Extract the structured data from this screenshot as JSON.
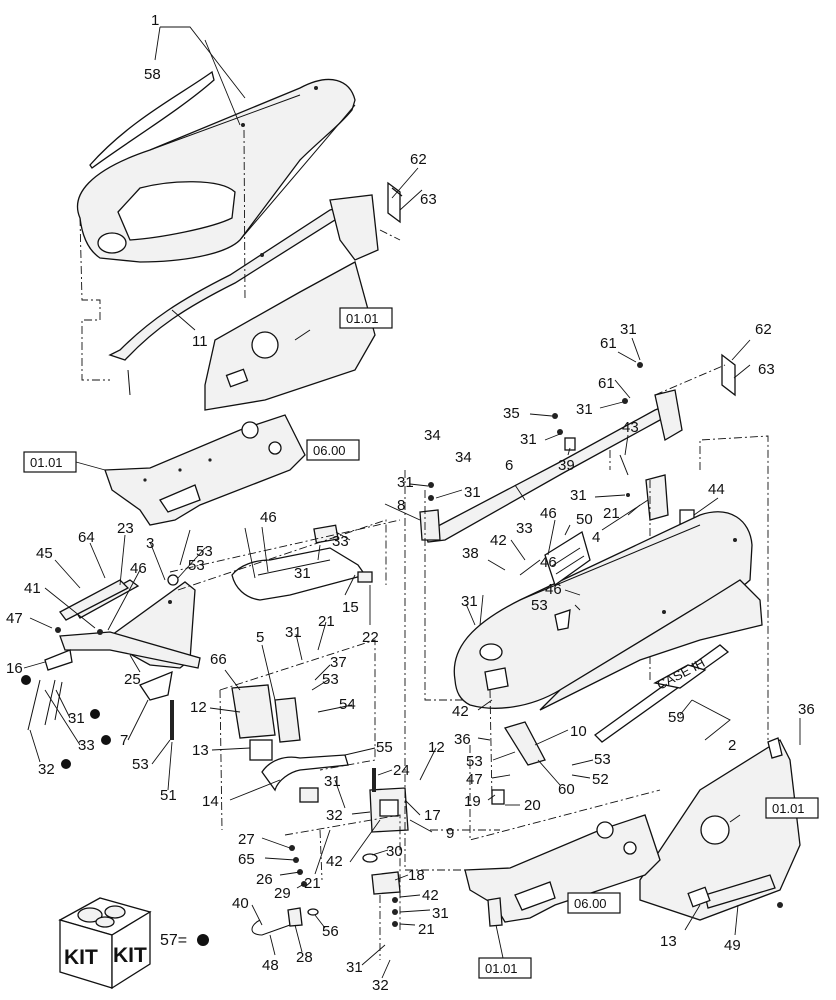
{
  "callouts": [
    {
      "id": "c1",
      "text": "1"
    },
    {
      "id": "c58",
      "text": "58"
    },
    {
      "id": "c62a",
      "text": "62"
    },
    {
      "id": "c63a",
      "text": "63"
    },
    {
      "id": "c11",
      "text": "11"
    },
    {
      "id": "c31a",
      "text": "31"
    },
    {
      "id": "c61a",
      "text": "61"
    },
    {
      "id": "c62b",
      "text": "62"
    },
    {
      "id": "c63b",
      "text": "63"
    },
    {
      "id": "c61b",
      "text": "61"
    },
    {
      "id": "c35",
      "text": "35"
    },
    {
      "id": "c31b",
      "text": "31"
    },
    {
      "id": "c31c",
      "text": "31"
    },
    {
      "id": "c43",
      "text": "43"
    },
    {
      "id": "c39",
      "text": "39"
    },
    {
      "id": "c34a",
      "text": "34"
    },
    {
      "id": "c34b",
      "text": "34"
    },
    {
      "id": "c31d",
      "text": "31"
    },
    {
      "id": "c31e",
      "text": "31"
    },
    {
      "id": "c6",
      "text": "6"
    },
    {
      "id": "c8",
      "text": "8"
    },
    {
      "id": "c31f",
      "text": "31"
    },
    {
      "id": "c21a",
      "text": "21"
    },
    {
      "id": "c44",
      "text": "44"
    },
    {
      "id": "c4",
      "text": "4"
    },
    {
      "id": "c46a",
      "text": "46"
    },
    {
      "id": "c50",
      "text": "50"
    },
    {
      "id": "c42a",
      "text": "42"
    },
    {
      "id": "c33a",
      "text": "33"
    },
    {
      "id": "c38",
      "text": "38"
    },
    {
      "id": "c53a",
      "text": "53"
    },
    {
      "id": "c46b",
      "text": "46"
    },
    {
      "id": "c33b",
      "text": "33"
    },
    {
      "id": "c31g",
      "text": "31"
    },
    {
      "id": "c15",
      "text": "15"
    },
    {
      "id": "c22",
      "text": "22"
    },
    {
      "id": "c46c",
      "text": "46"
    },
    {
      "id": "c53b",
      "text": "53"
    },
    {
      "id": "c23",
      "text": "23"
    },
    {
      "id": "c64",
      "text": "64"
    },
    {
      "id": "c3",
      "text": "3"
    },
    {
      "id": "c45",
      "text": "45"
    },
    {
      "id": "c46d",
      "text": "46"
    },
    {
      "id": "c41",
      "text": "41"
    },
    {
      "id": "c47a",
      "text": "47"
    },
    {
      "id": "c25",
      "text": "25"
    },
    {
      "id": "c16",
      "text": "16"
    },
    {
      "id": "c31h",
      "text": "31"
    },
    {
      "id": "c33c",
      "text": "33"
    },
    {
      "id": "c32a",
      "text": "32"
    },
    {
      "id": "c7",
      "text": "7"
    },
    {
      "id": "c53c",
      "text": "53"
    },
    {
      "id": "c51",
      "text": "51"
    },
    {
      "id": "c66",
      "text": "66"
    },
    {
      "id": "c5",
      "text": "5"
    },
    {
      "id": "c31i",
      "text": "31"
    },
    {
      "id": "c21b",
      "text": "21"
    },
    {
      "id": "c37",
      "text": "37"
    },
    {
      "id": "c53d",
      "text": "53"
    },
    {
      "id": "c54",
      "text": "54"
    },
    {
      "id": "c12a",
      "text": "12"
    },
    {
      "id": "c13a",
      "text": "13"
    },
    {
      "id": "c14",
      "text": "14"
    },
    {
      "id": "c55",
      "text": "55"
    },
    {
      "id": "c12b",
      "text": "12"
    },
    {
      "id": "c31j",
      "text": "31"
    },
    {
      "id": "c24",
      "text": "24"
    },
    {
      "id": "c17",
      "text": "17"
    },
    {
      "id": "c9",
      "text": "9"
    },
    {
      "id": "c32b",
      "text": "32"
    },
    {
      "id": "c27",
      "text": "27"
    },
    {
      "id": "c65",
      "text": "65"
    },
    {
      "id": "c26",
      "text": "26"
    },
    {
      "id": "c29",
      "text": "29"
    },
    {
      "id": "c21c",
      "text": "21"
    },
    {
      "id": "c42b",
      "text": "42"
    },
    {
      "id": "c30",
      "text": "30"
    },
    {
      "id": "c18",
      "text": "18"
    },
    {
      "id": "c42c",
      "text": "42"
    },
    {
      "id": "c31k",
      "text": "31"
    },
    {
      "id": "c21d",
      "text": "21"
    },
    {
      "id": "c40",
      "text": "40"
    },
    {
      "id": "c56",
      "text": "56"
    },
    {
      "id": "c48",
      "text": "48"
    },
    {
      "id": "c28",
      "text": "28"
    },
    {
      "id": "c31l",
      "text": "31"
    },
    {
      "id": "c32c",
      "text": "32"
    },
    {
      "id": "c42d",
      "text": "42"
    },
    {
      "id": "c36a",
      "text": "36"
    },
    {
      "id": "c10",
      "text": "10"
    },
    {
      "id": "c53e",
      "text": "53"
    },
    {
      "id": "c53f",
      "text": "53"
    },
    {
      "id": "c52",
      "text": "52"
    },
    {
      "id": "c47b",
      "text": "47"
    },
    {
      "id": "c19",
      "text": "19"
    },
    {
      "id": "c20",
      "text": "20"
    },
    {
      "id": "c60",
      "text": "60"
    },
    {
      "id": "c59",
      "text": "59"
    },
    {
      "id": "c2",
      "text": "2"
    },
    {
      "id": "c36b",
      "text": "36"
    },
    {
      "id": "c13b",
      "text": "13"
    },
    {
      "id": "c49",
      "text": "49"
    },
    {
      "id": "c31m",
      "text": "31"
    },
    {
      "id": "c46e",
      "text": "46"
    },
    {
      "id": "c53g",
      "text": "53"
    }
  ],
  "ref_boxes": [
    {
      "id": "r1",
      "text": "01.01"
    },
    {
      "id": "r2",
      "text": "01.01"
    },
    {
      "id": "r3",
      "text": "06.00"
    },
    {
      "id": "r4",
      "text": "01.01"
    },
    {
      "id": "r5",
      "text": "06.00"
    },
    {
      "id": "r6",
      "text": "01.01"
    }
  ],
  "kit": {
    "label_left": "KIT",
    "label_right": "KIT",
    "legend_text": "57="
  },
  "brand_decal": "CASE IH",
  "colors": {
    "line": "#111111",
    "fill": "#f2f2f2"
  }
}
